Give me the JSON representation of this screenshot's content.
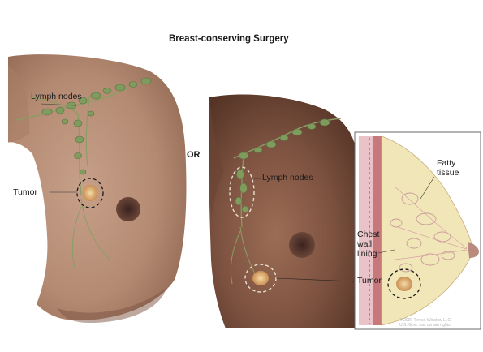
{
  "title": "Breast-conserving Surgery",
  "or_text": "OR",
  "left_panel": {
    "lymph_nodes_label": "Lymph nodes",
    "tumor_label": "Tumor"
  },
  "right_panel": {
    "lymph_nodes_label": "Lymph nodes"
  },
  "inset": {
    "fatty_tissue_label": "Fatty\ntissue",
    "chest_wall_label": "Chest\nwall\nlining",
    "tumor_label": "Tumor",
    "credit": "© 2009 Terese Winslow LLC\nU.S. Govt. has certain rights"
  },
  "colors": {
    "skin_light": "#c9a58e",
    "skin_dark": "#5f3d2c",
    "node_green": "#7f9b5e",
    "tumor": "#e8c08a",
    "fatty": "#f1e6b8"
  }
}
